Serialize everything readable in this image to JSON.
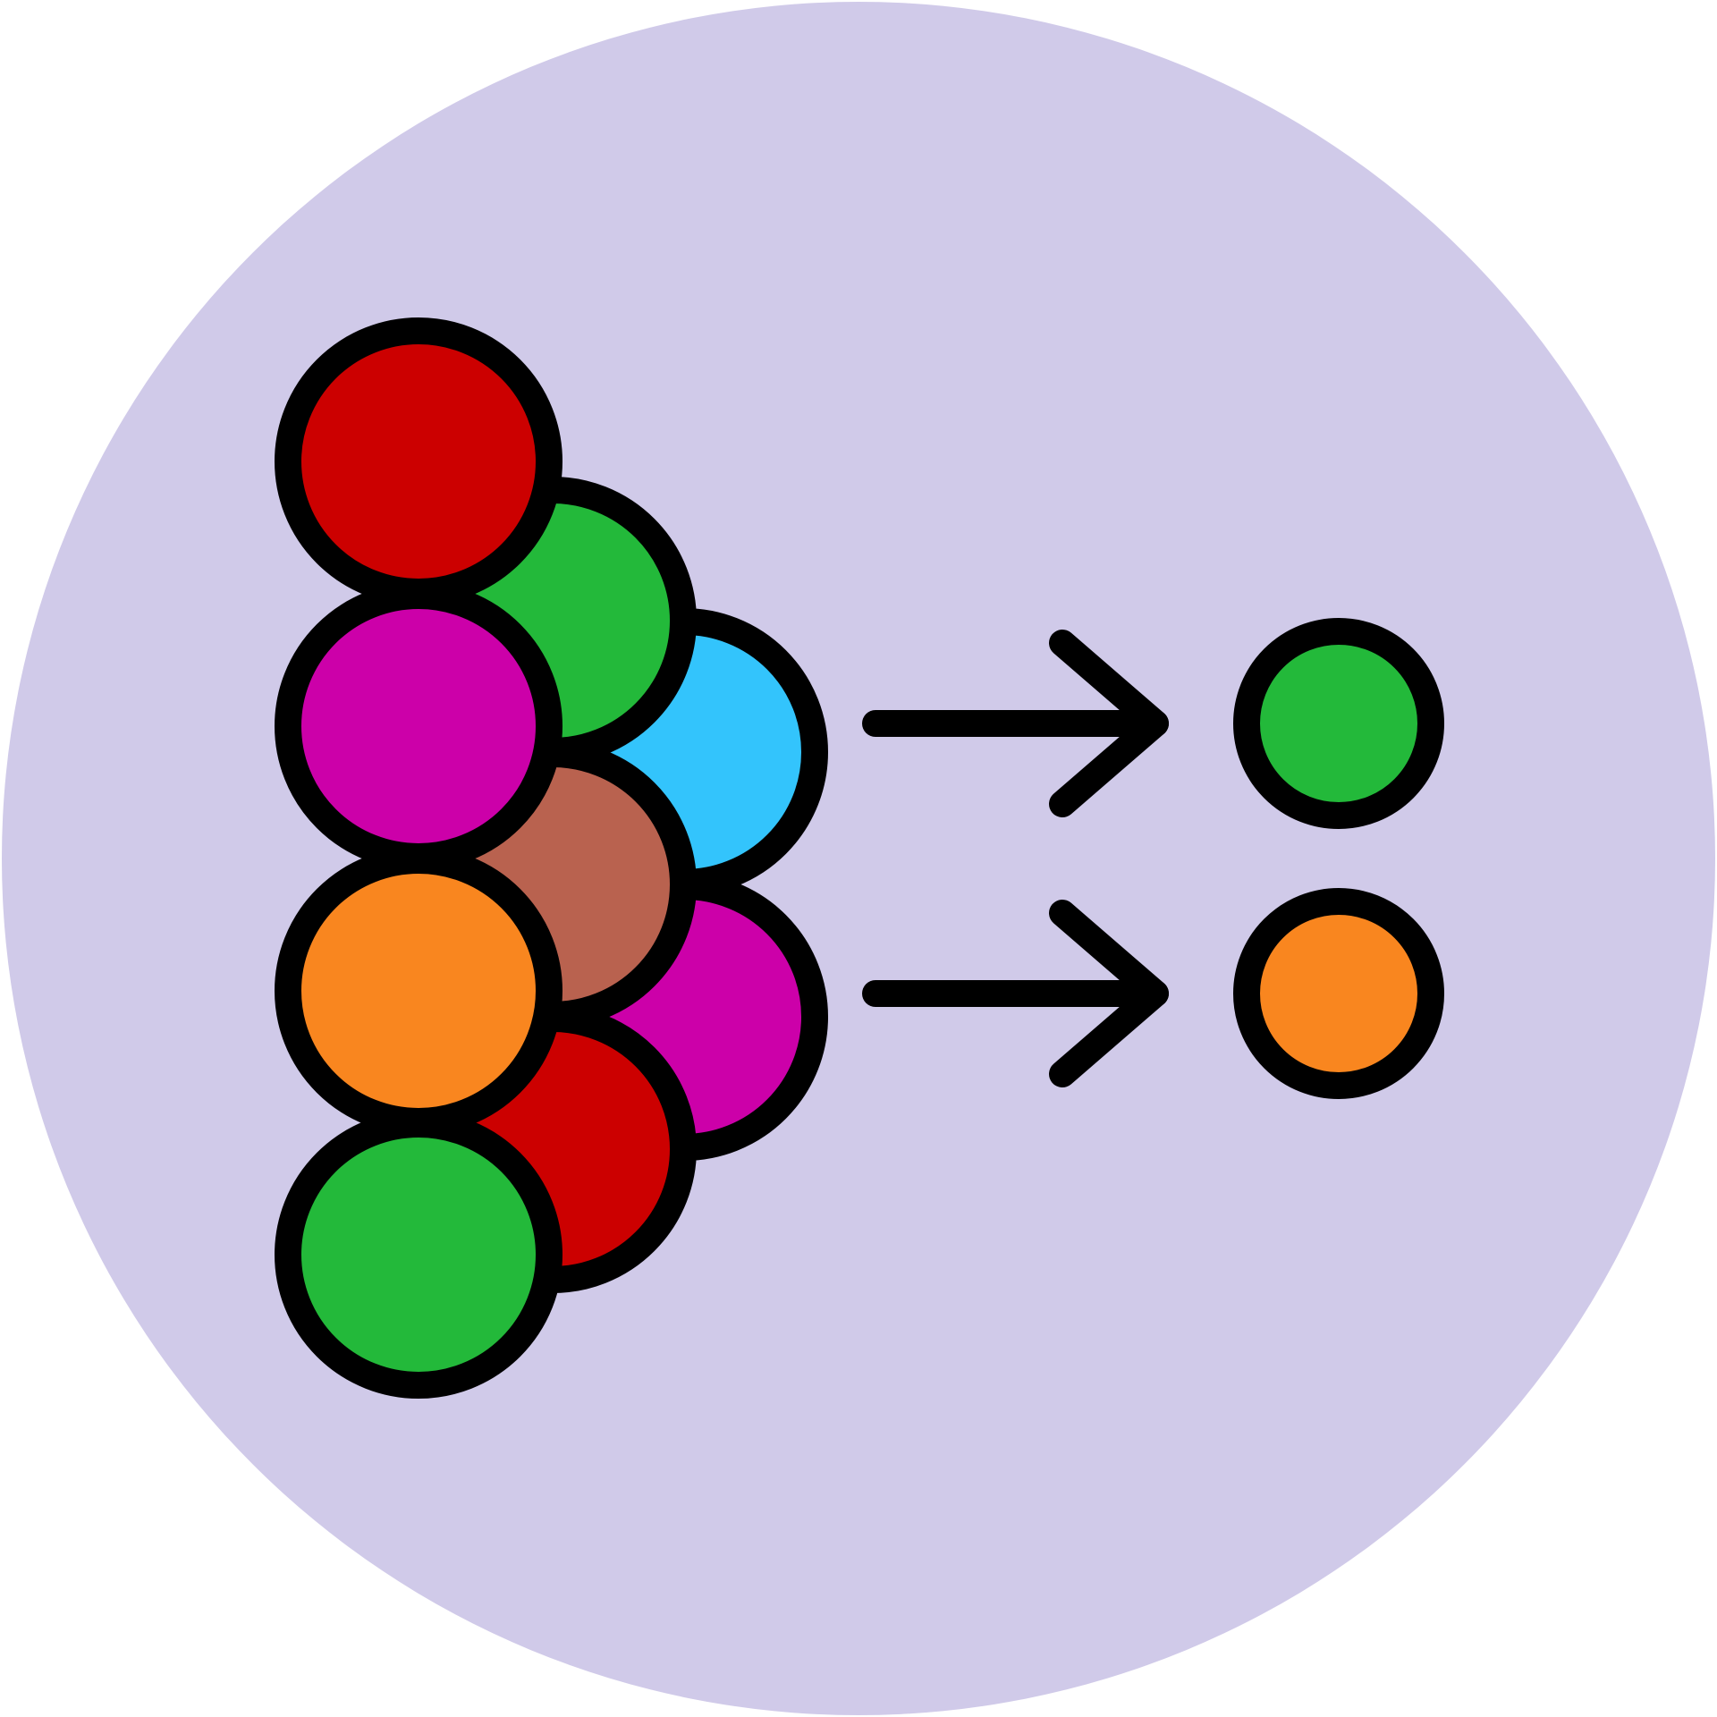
{
  "icon": {
    "name": "filter-select-icon",
    "colors": {
      "background_circle": "#d0cae9",
      "outline": "#000000",
      "red": "#cc0000",
      "green": "#23b93a",
      "cyan": "#33c4fc",
      "magenta": "#cc00a9",
      "brown": "#b9624f",
      "orange": "#f9861f"
    },
    "input_ball_colors": [
      "red",
      "green",
      "cyan",
      "magenta",
      "brown",
      "orange",
      "magenta",
      "red",
      "green"
    ],
    "output_ball_colors": [
      "green",
      "orange"
    ],
    "arrow_count": 2
  }
}
